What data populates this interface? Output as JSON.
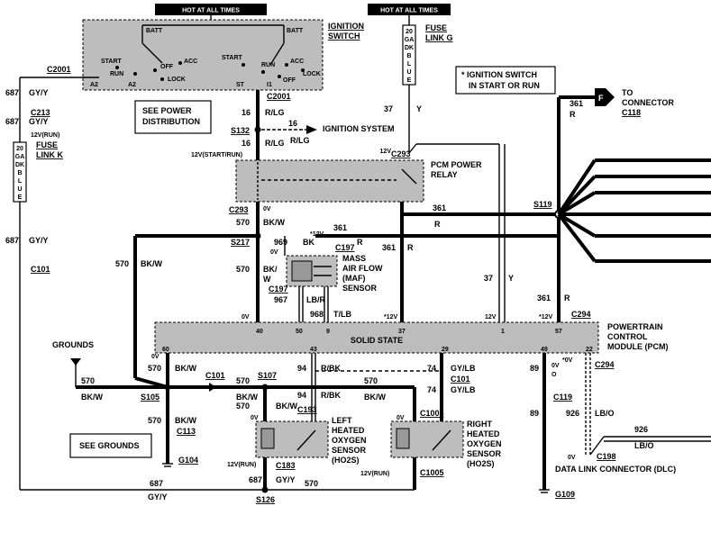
{
  "header": {
    "hot1": "HOT AT ALL TIMES",
    "hot2": "HOT AT ALL TIMES"
  },
  "ignition": {
    "title1": "IGNITION",
    "title2": "SWITCH",
    "batt1": "BATT",
    "batt2": "BATT",
    "start1": "START",
    "run1": "RUN",
    "off1": "OFF",
    "acc1": "ACC",
    "lock1": "LOCK",
    "start2": "START",
    "run2": "RUN",
    "acc2": "ACC",
    "off2": "OFF",
    "lock2": "LOCK",
    "a2a": "A2",
    "a2b": "A2",
    "st": "ST",
    "i1": "I1",
    "note": "* IGNITION SWITCH",
    "note2": "IN START OR RUN"
  },
  "fuse_g": {
    "label1": "FUSE",
    "label2": "LINK G",
    "body": [
      "20",
      "GA",
      "DK",
      "B",
      "L",
      "U",
      "E"
    ]
  },
  "fuse_k": {
    "label1": "FUSE",
    "label2": "LINK K",
    "body": [
      "20",
      "GA",
      "DK",
      "B",
      "L",
      "U",
      "E"
    ]
  },
  "boxes": {
    "power_dist1": "SEE POWER",
    "power_dist2": "DISTRIBUTION",
    "see_grounds": "SEE GROUNDS",
    "grounds": "GROUNDS"
  },
  "connectors": {
    "c2001a": "C2001",
    "c2001b": "C2001",
    "c213": "C213",
    "c101a": "C101",
    "c101b": "C101",
    "c101c": "C101",
    "c293a": "C293",
    "c293b": "C293",
    "c197a": "C197",
    "c197b": "C197",
    "c294a": "C294",
    "c294b": "C294",
    "c119": "C119",
    "c193": "C193",
    "c183": "C183",
    "c113": "C113",
    "c1005a": "C1005",
    "c1005b": "C1005",
    "c198": "C198",
    "c118": "C118"
  },
  "splices": {
    "s132": "S132",
    "s217": "S217",
    "s119": "S119",
    "s105": "S105",
    "s107": "S107",
    "s126": "S126"
  },
  "grounds": {
    "g104": "G104",
    "g109": "G109"
  },
  "wires": {
    "w687a": "687",
    "gyy_a": "GY/Y",
    "w687b": "687",
    "gyy_b": "GY/Y",
    "w687c": "687",
    "gyy_c": "GY/Y",
    "w687d": "687",
    "gyy_d": "GY/Y",
    "w687e": "687",
    "gyy_e": "GY/Y",
    "w16a": "16",
    "rlg_a": "R/LG",
    "w16b": "16",
    "rlg_b": "R/LG",
    "w16c": "16",
    "rlg_c": "R/LG",
    "w37a": "37",
    "y_a": "Y",
    "w37b": "37",
    "y_b": "Y",
    "w361a": "361",
    "r_a": "R",
    "w361b": "361",
    "r_b": "R",
    "w361c": "361",
    "r_c": "R",
    "w361d": "361",
    "r_d": "R",
    "w361e": "361",
    "r_e": "R",
    "w570a": "570",
    "bkw_a": "BK/W",
    "w570b": "570",
    "bkw_b": "BK/W",
    "w570c": "570",
    "bkw_c": "BK/",
    "bkw_c2": "W",
    "w570d": "570",
    "bkw_d": "BK/W",
    "w570e": "570",
    "bkw_e": "BK/W",
    "w570f": "570",
    "bkw_f": "BK/W",
    "w570g": "570",
    "bkw_g": "BK/W",
    "w570h": "570",
    "bkw_h": "BK/W",
    "w570i": "570",
    "bkw_i": "BK/W",
    "w570j": "570",
    "w969": "969",
    "bk": "BK",
    "w967": "967",
    "lbr": "LB/R",
    "w968": "968",
    "tlb": "T/LB",
    "w94a": "94",
    "rbk_a": "R/BK",
    "w94b": "94",
    "rbk_b": "R/BK",
    "w74a": "74",
    "gylb_a": "GY/LB",
    "w74b": "74",
    "gylb_b": "GY/LB",
    "w89a": "89",
    "w89b": "89",
    "w926a": "926",
    "lbo_a": "LB/O",
    "w926b": "926",
    "lbo_b": "LB/O"
  },
  "voltages": {
    "v12run_a": "12V(RUN)",
    "v12startrun": "12V(START/RUN)",
    "v12a": "12V",
    "v0a": "0V",
    "v12star": "*12V",
    "v0b": "0V",
    "v0c": "0V",
    "v12star2": "*12V",
    "v12b": "12V",
    "v12star3": "*12V",
    "v0d": "0V",
    "v0star": "*0V",
    "v0e": "0V",
    "v0f": "0V",
    "v0g": "0V",
    "v0h": "0V",
    "v0i": "0V",
    "v12run_b": "12V(RUN)",
    "v12run_c": "12V(RUN)",
    "v0star2": "*0V",
    "v0j": "0V",
    "o": "O",
    "v0k": "0V"
  },
  "components": {
    "pcm_relay1": "PCM POWER",
    "pcm_relay2": "RELAY",
    "maf1": "MASS",
    "maf2": "AIR FLOW",
    "maf3": "(MAF)",
    "maf4": "SENSOR",
    "ign_sys": "IGNITION SYSTEM",
    "to_conn1": "TO",
    "to_conn2": "CONNECTOR",
    "pcm1": "POWERTRAIN",
    "pcm2": "CONTROL",
    "pcm3": "MODULE (PCM)",
    "solid": "SOLID STATE",
    "lho2s1": "LEFT",
    "lho2s2": "HEATED",
    "lho2s3": "OXYGEN",
    "lho2s4": "SENSOR",
    "lho2s5": "(HO2S)",
    "rho2s1": "RIGHT",
    "rho2s2": "HEATED",
    "rho2s3": "OXYGEN",
    "rho2s4": "SENSOR",
    "rho2s5": "(HO2S)",
    "dlc": "DATA LINK CONNECTOR (DLC)",
    "f_letter": "F"
  },
  "pins": {
    "p40": "40",
    "p50": "50",
    "p9": "9",
    "p37": "37",
    "p1": "1",
    "p57": "57",
    "p60": "60",
    "p43": "43",
    "p29": "29",
    "p49": "49",
    "p22": "22"
  }
}
